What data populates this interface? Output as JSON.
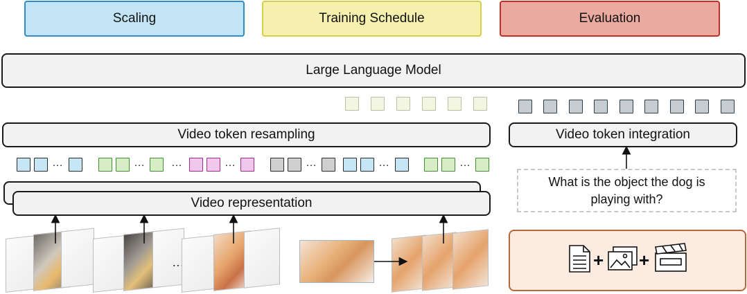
{
  "header": {
    "scaling": "Scaling",
    "training_schedule": "Training Schedule",
    "evaluation": "Evaluation"
  },
  "llm": "Large Language Model",
  "resampling": "Video token resampling",
  "integration": "Video token integration",
  "representation": "Video representation",
  "question": "What is the object the dog is playing with?",
  "ellipsis": "…",
  "colors": {
    "scaling_fill": "#c3e4f5",
    "scaling_border": "#2f8bc9",
    "training_fill": "#f5f0ad",
    "training_border": "#d6cf49",
    "evaluation_fill": "#eaaaa0",
    "evaluation_border": "#c42d25",
    "token_blue": "#c6e6f5",
    "token_green": "#d8ecc6",
    "token_pink": "#f0c8ec",
    "token_gray": "#cfcfcf",
    "token_pale": "#f3f6e3",
    "token_slate": "#c8cdd1",
    "eval_panel_fill": "#fcebe1",
    "eval_panel_border": "#b5663a"
  },
  "icons": [
    "document-icon",
    "images-icon",
    "clapperboard-icon"
  ]
}
